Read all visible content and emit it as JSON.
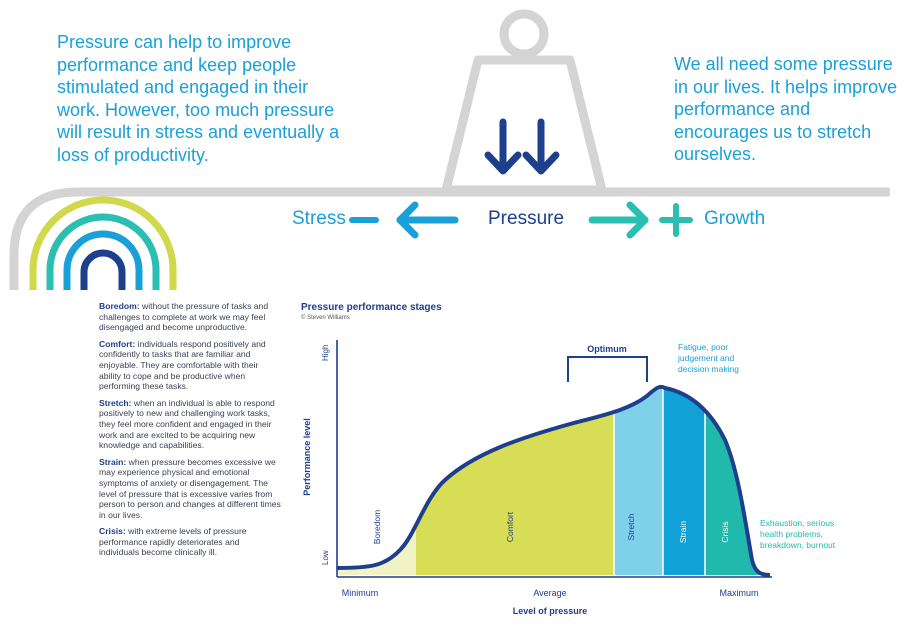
{
  "intro_left": "Pressure can help to improve performance and keep people stimulated and engaged in their work. However, too much pressure will result in stress and eventually a loss of productivity.",
  "intro_right": "We all need some pressure in our lives. It helps improve performance and encourages us to stretch ourselves.",
  "labels": {
    "stress": "Stress",
    "pressure": "Pressure",
    "growth": "Growth"
  },
  "definitions": [
    {
      "term": "Boredom:",
      "text": " without the pressure of tasks and challenges to complete at work we may feel disengaged and become unproductive."
    },
    {
      "term": "Comfort:",
      "text": " individuals respond positively and confidently to tasks that are familiar and enjoyable. They are comfortable with their ability to cope and be productive when performing these tasks."
    },
    {
      "term": "Stretch:",
      "text": " when an individual is able to respond positively to new and challenging work tasks, they feel more confident and engaged in their work and are excited to be acquiring new knowledge and capabilities."
    },
    {
      "term": "Strain:",
      "text": " when pressure becomes excessive we may experience physical and emotional symptoms of anxiety or disengagement. The level of pressure that is excessive varies from person to person and changes at different times in our lives."
    },
    {
      "term": "Crisis:",
      "text": " with extreme levels of pressure performance rapidly deteriorates and individuals become clinically ill."
    }
  ],
  "chart_title": "Pressure performance stages",
  "chart_credit": "© Steven Williams",
  "chart": {
    "y_label": "Performance level",
    "y_high": "High",
    "y_low": "Low",
    "x_label": "Level of pressure",
    "x_ticks": [
      "Minimum",
      "Average",
      "Maximum"
    ],
    "optimum": "Optimum",
    "note_fatigue": [
      "Fatigue, poor",
      "judgement and",
      "decision making"
    ],
    "note_exhaustion": [
      "Exhaustion, serious",
      "health problems,",
      "breakdown, burnout"
    ],
    "stages": [
      "Boredom",
      "Comfort",
      "Stretch",
      "Strain",
      "Crisis"
    ]
  },
  "colors": {
    "accent_blue": "#1aa0d8",
    "navy": "#1d3f8c",
    "teal": "#2bbfb3",
    "lime": "#cfd94a",
    "boredom": "#f1f3c6",
    "comfort": "#d7dd55",
    "stretch": "#7fd1ea",
    "strain": "#10a2d6",
    "crisis": "#22b9ad",
    "grey": "#d4d4d4"
  }
}
